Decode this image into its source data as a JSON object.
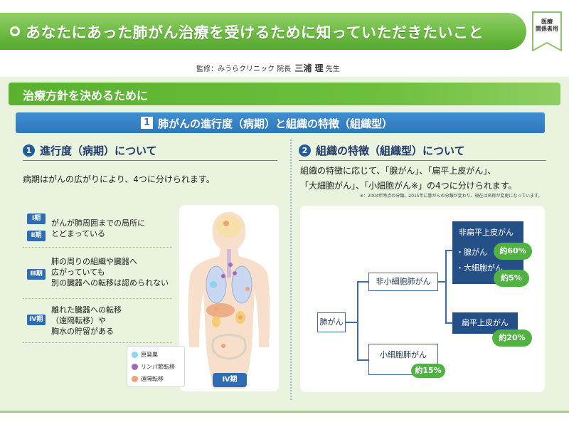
{
  "header": {
    "title": "あなたにあった肺がん治療を受けるために知っていただきたいこと",
    "badge": [
      "医療",
      "関係者用"
    ],
    "supervisor_prefix": "監修：みうらクリニック 院長",
    "supervisor_name": "三浦 理",
    "supervisor_suffix": "先生"
  },
  "section": {
    "title": "治療方針を決めるために",
    "main_number": "1",
    "main_title": "肺がんの進行度（病期）と組織の特徴（組織型）"
  },
  "left": {
    "number": "1",
    "heading": "進行度（病期）について",
    "lead": "病期はがんの広がりにより、4つに分けられます。",
    "stages": [
      {
        "badges": [
          "Ⅰ期",
          "Ⅱ期"
        ],
        "lines": [
          "がんが肺周囲までの局所に",
          "とどまっている"
        ]
      },
      {
        "badges": [
          "Ⅲ期"
        ],
        "lines": [
          "肺の周りの組織や臓器へ",
          "広がっていても",
          "別の臓器への転移は認められない"
        ]
      },
      {
        "badges": [
          "Ⅳ期"
        ],
        "lines": [
          "離れた臓器への転移",
          "（遠隔転移）や",
          "胸水の貯留がある"
        ]
      }
    ],
    "legend": [
      {
        "label": "原発巣",
        "color": "#8fd3ef"
      },
      {
        "label": "リンパ節転移",
        "color": "#9b6bb8"
      },
      {
        "label": "遠隔転移",
        "color": "#f0a370"
      }
    ],
    "figure_label": "Ⅳ期"
  },
  "right": {
    "number": "2",
    "heading": "組織の特徴（組織型）について",
    "lead_lines": [
      "組織の特徴に応じて、「腺がん」、「扁平上皮がん」、",
      "「大細胞がん」、「小細胞がん※」の4つに分けられます。"
    ],
    "note": "※：2004年時点の分類。2015年に肺がんの分類が変わり、現在は名称が変更になっています。",
    "tree": {
      "root": "肺がん",
      "nsclc": "非小細胞肺がん",
      "non_squamous": "非扁平上皮がん",
      "adeno": "・腺がん",
      "adeno_pct": "約60%",
      "large": "・大細胞がん",
      "large_pct": "約5%",
      "squamous": "扁平上皮がん",
      "squamous_pct": "約20%",
      "sclc": "小細胞肺がん",
      "sclc_pct": "約15%"
    }
  }
}
